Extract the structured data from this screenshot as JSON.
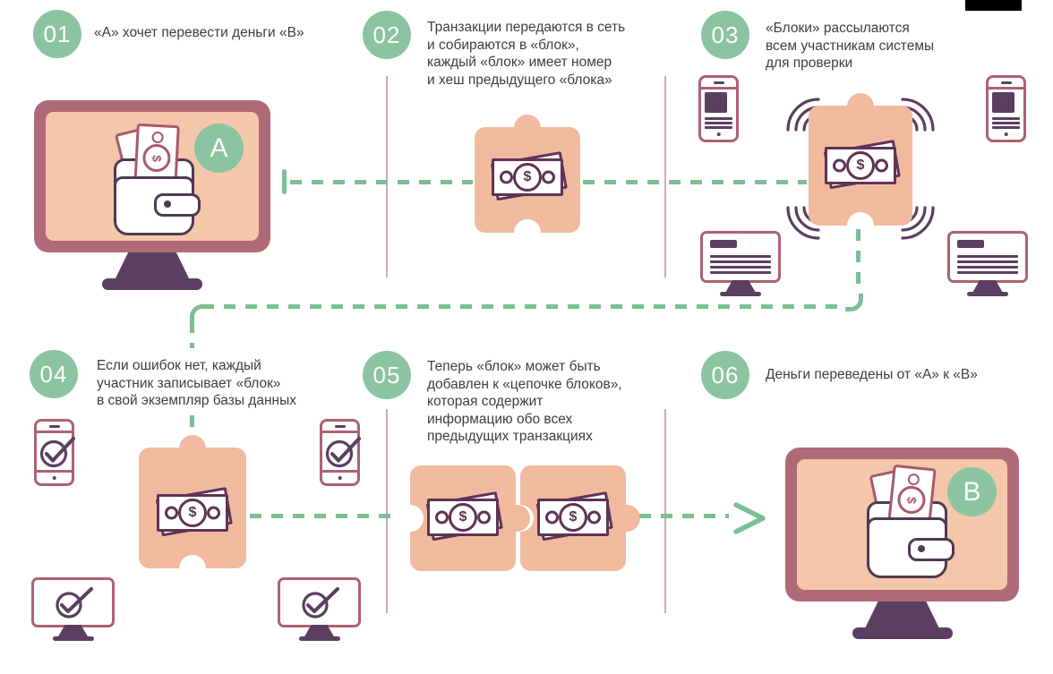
{
  "labels": {
    "sender": "A",
    "receiver": "B",
    "currency": "$"
  },
  "steps": [
    {
      "number": "01",
      "lines": [
        "«А» хочет перевести деньги «В»"
      ]
    },
    {
      "number": "02",
      "lines": [
        "Транзакции передаются в сеть",
        "и собираются в «блок»,",
        "каждый «блок» имеет номер",
        "и хеш предыдущего «блока»"
      ]
    },
    {
      "number": "03",
      "lines": [
        "«Блоки» рассылаются",
        "всем участникам системы",
        "для проверки"
      ]
    },
    {
      "number": "04",
      "lines": [
        "Если ошибок нет, каждый",
        "участник записывает «блок»",
        "в свой экземпляр базы данных"
      ]
    },
    {
      "number": "05",
      "lines": [
        "Теперь «блок» может быть",
        "добавлен к «цепочке блоков»,",
        "которая содержит",
        "информацию обо всех",
        "предыдущих транзакциях"
      ]
    },
    {
      "number": "06",
      "lines": [
        "Деньги переведены от «А» к «В»"
      ]
    }
  ],
  "colors": {
    "badge_green": "#8cc4a1",
    "dash_green": "#7cbf93",
    "frame_rose": "#b06a77",
    "screen_peach": "#f4c7ab",
    "puzzle_peach": "#f1ba9e",
    "dark_purple": "#5b3f60",
    "icon_stroke": "#5e3355",
    "wallet_stroke": "#4e3a54",
    "bill_rose": "#a8596d",
    "device_border": "#ad6272",
    "divider_rose": "#d8a8ad",
    "text": "#3e3e3e",
    "top_right_bar": "#000000"
  }
}
